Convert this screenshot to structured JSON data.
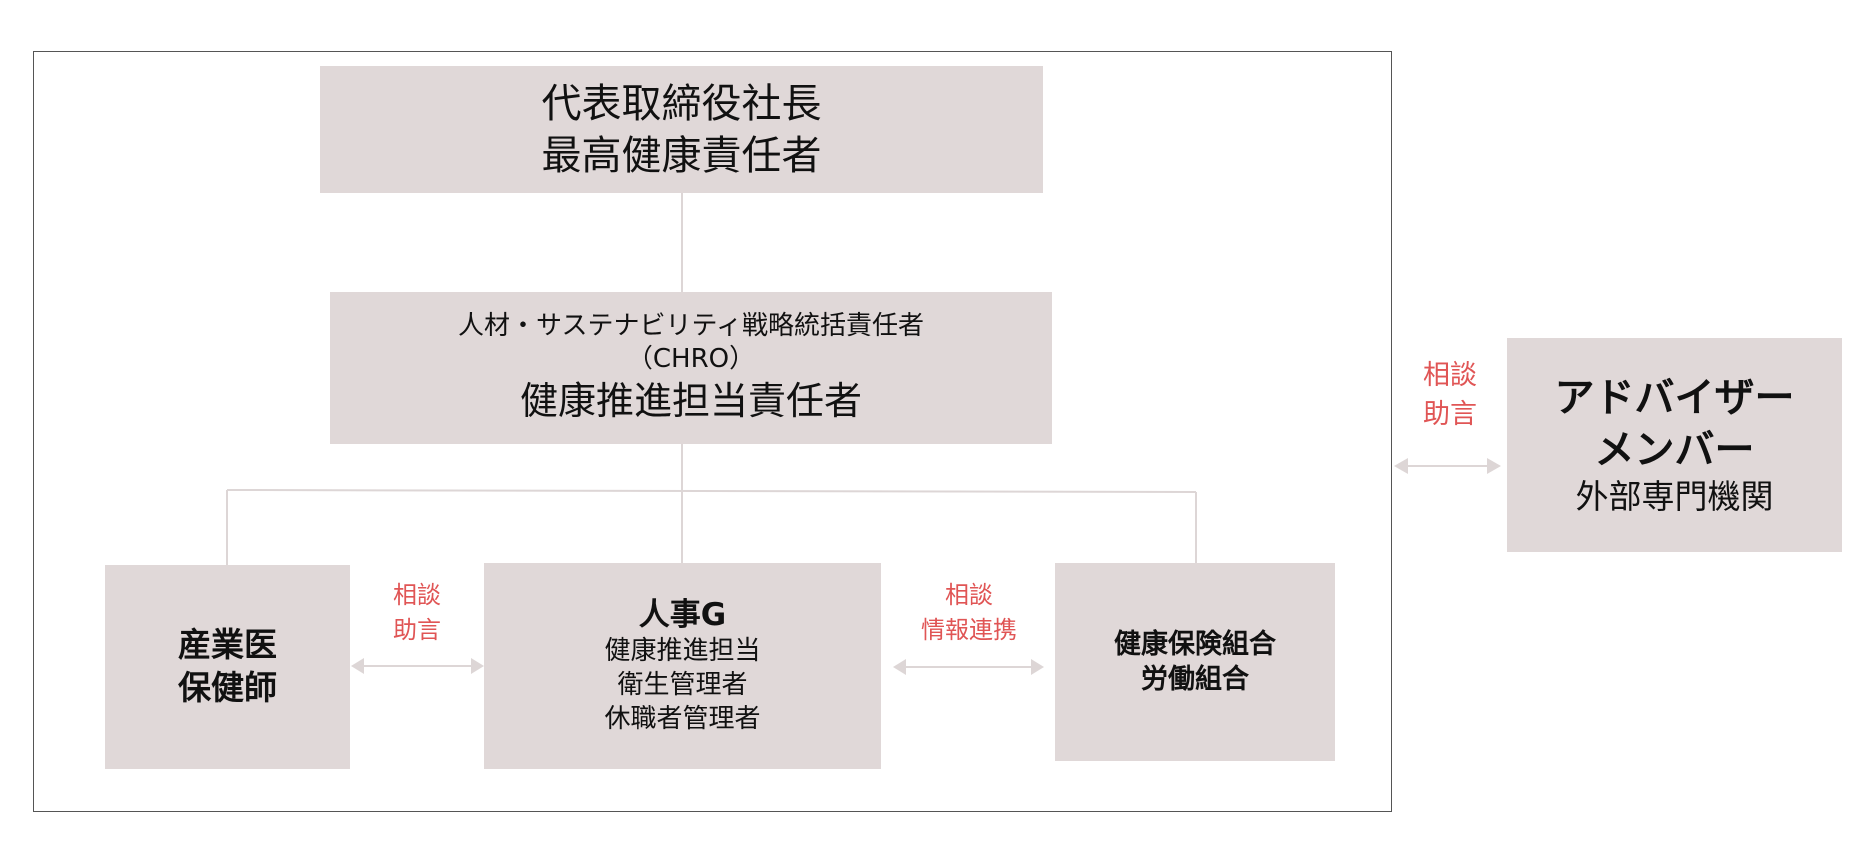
{
  "ceo_box": {
    "line1": "代表取締役社長",
    "line2": "最高健康責任者"
  },
  "chro_box": {
    "line1": "人材・サステナビリティ戦略統括責任者",
    "line2": "（CHRO）",
    "line3": "健康推進担当責任者"
  },
  "doctor_box": {
    "line1": "産業医",
    "line2": "保健師"
  },
  "hr_box": {
    "title": "人事G",
    "line1": "健康推進担当",
    "line2": "衛生管理者",
    "line3": "休職者管理者"
  },
  "union_box": {
    "line1": "健康保険組合",
    "line2": "労働組合"
  },
  "advisor_box": {
    "line1": "アドバイザー",
    "line2": "メンバー",
    "line3": "外部専門機関"
  },
  "link_doctor_hr": {
    "line1": "相談",
    "line2": "助言"
  },
  "link_hr_union": {
    "line1": "相談",
    "line2": "情報連携"
  },
  "link_org_advisor": {
    "line1": "相談",
    "line2": "助言"
  },
  "colors": {
    "box": "#e0d8d8",
    "label": "#e05555",
    "connector": "#ddd6d6"
  }
}
